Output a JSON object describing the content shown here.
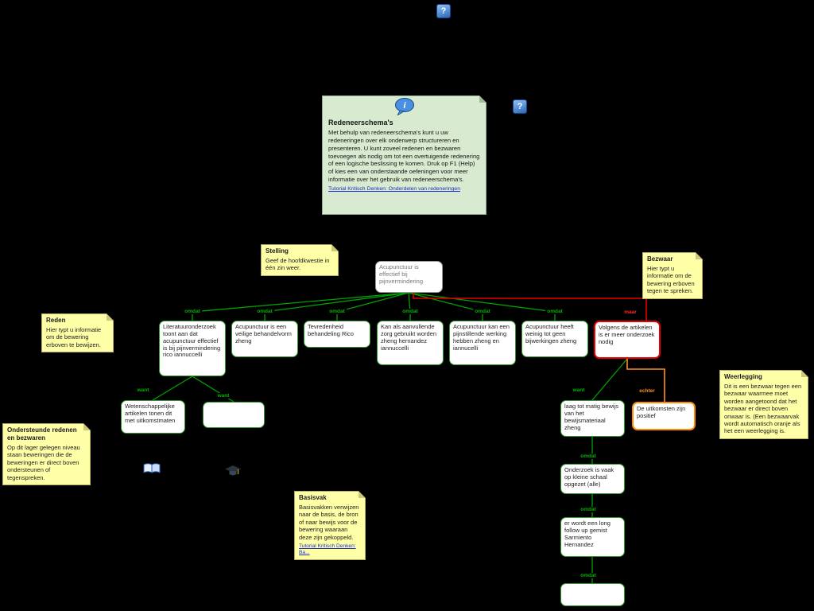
{
  "colors": {
    "background": "#000000",
    "reason_link": "#00a000",
    "objection_link": "#e60000",
    "rebuttal_link": "#ff8c00",
    "note_bg": "#ffffa8",
    "info_panel_bg": "#d8ead0",
    "tutorial_link": "#1b2ecc"
  },
  "icons": {
    "help_glyph": "?",
    "info_glyph": "i"
  },
  "info_panel": {
    "title": "Redeneerschema's",
    "body": "Met behulp van redeneerschema's kunt u uw redeneringen over elk onderwerp structureren en presenteren. U kunt zoveel redenen en bezwaren toevoegen als nodig om tot een overtuigende redenering of een logische beslissing te komen. Druk op F1 (Help) of kies een van onderstaande oefeningen voor meer informatie over het gebruik van redeneerschema's.",
    "link": "Tutorial Kritisch Denken: Onderdelen van redeneringen"
  },
  "notes": {
    "stelling": {
      "title": "Stelling",
      "body": "Geef de hoofdkwestie in één zin weer."
    },
    "reden": {
      "title": "Reden",
      "body": "Hier typt u informatie om de bewering erboven te bewijzen."
    },
    "bezwaar": {
      "title": "Bezwaar",
      "body": "Hier typt u informatie om de bewering erboven tegen te spreken."
    },
    "ondersteunde": {
      "title": "Ondersteunde redenen en bezwaren",
      "body": "Op dit lager gelegen niveau staan beweringen die de beweringen er direct boven ondersteunen of tegenspreken."
    },
    "basisvak": {
      "title": "Basisvak",
      "body": "Basisvakken verwijzen naar de basis, de bron of naar bewijs voor de bewering waaraan deze zijn gekoppeld.",
      "link": "Tutorial Kritisch Denken: Ba..."
    },
    "weerlegging": {
      "title": "Weerlegging",
      "body": "Dit is een bezwaar tegen een bezwaar waarmee moet worden aangetoond dat het bezwaar er direct boven onwaar is. (Een bezwaarvak wordt automatisch oranje als het een weerlegging is."
    }
  },
  "map": {
    "claim": {
      "text": "Acupunctuur is effectief  bij pijnvermindering"
    },
    "reasons": [
      {
        "text": "Literatuuronderzoek toont aan dat acupunctuur effectief is bij pijnvermindering rico iannuccelli",
        "link_label": "omdat"
      },
      {
        "text": "Acupunctuur is een veilige behandelvorm zheng",
        "link_label": "omdat"
      },
      {
        "text": "Tevredenheid behandeling Rico",
        "link_label": "omdat"
      },
      {
        "text": "Kan als aanvullende zorg gebruikt worden zheng hernandez iannuccelli",
        "link_label": "omdat"
      },
      {
        "text": "Acupunctuur kan een pijnstillende werking hebben zheng en iannucelli",
        "link_label": "omdat"
      },
      {
        "text": "Acupunctuur heeft weinig tot geen bijwerkingen zheng",
        "link_label": "omdat"
      }
    ],
    "objection": {
      "text": "Volgens de artikelen is er meer onderzoek nodig",
      "link_label": "maar"
    },
    "sub_reasons": [
      {
        "text": "Wetenschappelijke artikelen tonen dit met uitkomstmaten",
        "link_label": "want"
      },
      {
        "text": "",
        "link_label": "want"
      }
    ],
    "objection_chain": [
      {
        "text": "laag tot matig bewijs van het bewijsmateriaal zheng",
        "link_label": "want"
      },
      {
        "text": "Onderzoek is vaak op kleine schaal opgezet (alle)",
        "link_label": "omdat"
      },
      {
        "text": "er wordt een long follow up gemist Sarmiento Hernandez",
        "link_label": "omdat"
      },
      {
        "text": "",
        "link_label": "omdat"
      }
    ],
    "rebuttal": {
      "text": "De uitkomsten zijn positief",
      "link_label": "echter"
    }
  }
}
